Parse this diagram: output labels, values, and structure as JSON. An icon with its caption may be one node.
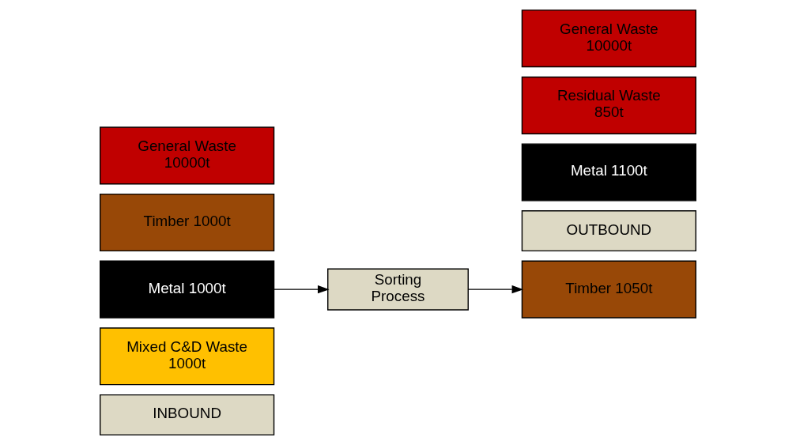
{
  "diagram": {
    "nodes": [
      {
        "text": [
          "INBOUND"
        ]
      },
      {
        "text": [
          "Mixed C&D Waste 1000t"
        ]
      },
      {
        "text": [
          "Metal 1000t"
        ]
      },
      {
        "text": [
          "Timber 1000t"
        ]
      },
      {
        "text": [
          "General Waste 10000t"
        ]
      },
      {
        "text": [
          "Sorting Process"
        ]
      },
      {
        "text": [
          "OUTBOUND"
        ]
      },
      {
        "text": [
          "Metal 1100t"
        ]
      },
      {
        "text": [
          "Timber 1050t"
        ]
      },
      {
        "text": [
          "Residual Waste 850t"
        ]
      },
      {
        "text": [
          "General Waste 10000t"
        ]
      }
    ],
    "edges": [
      {
        "from": 2,
        "to": 5,
        "arrow": "to"
      },
      {
        "from": 5,
        "to": 8,
        "arrow": "to"
      }
    ]
  }
}
